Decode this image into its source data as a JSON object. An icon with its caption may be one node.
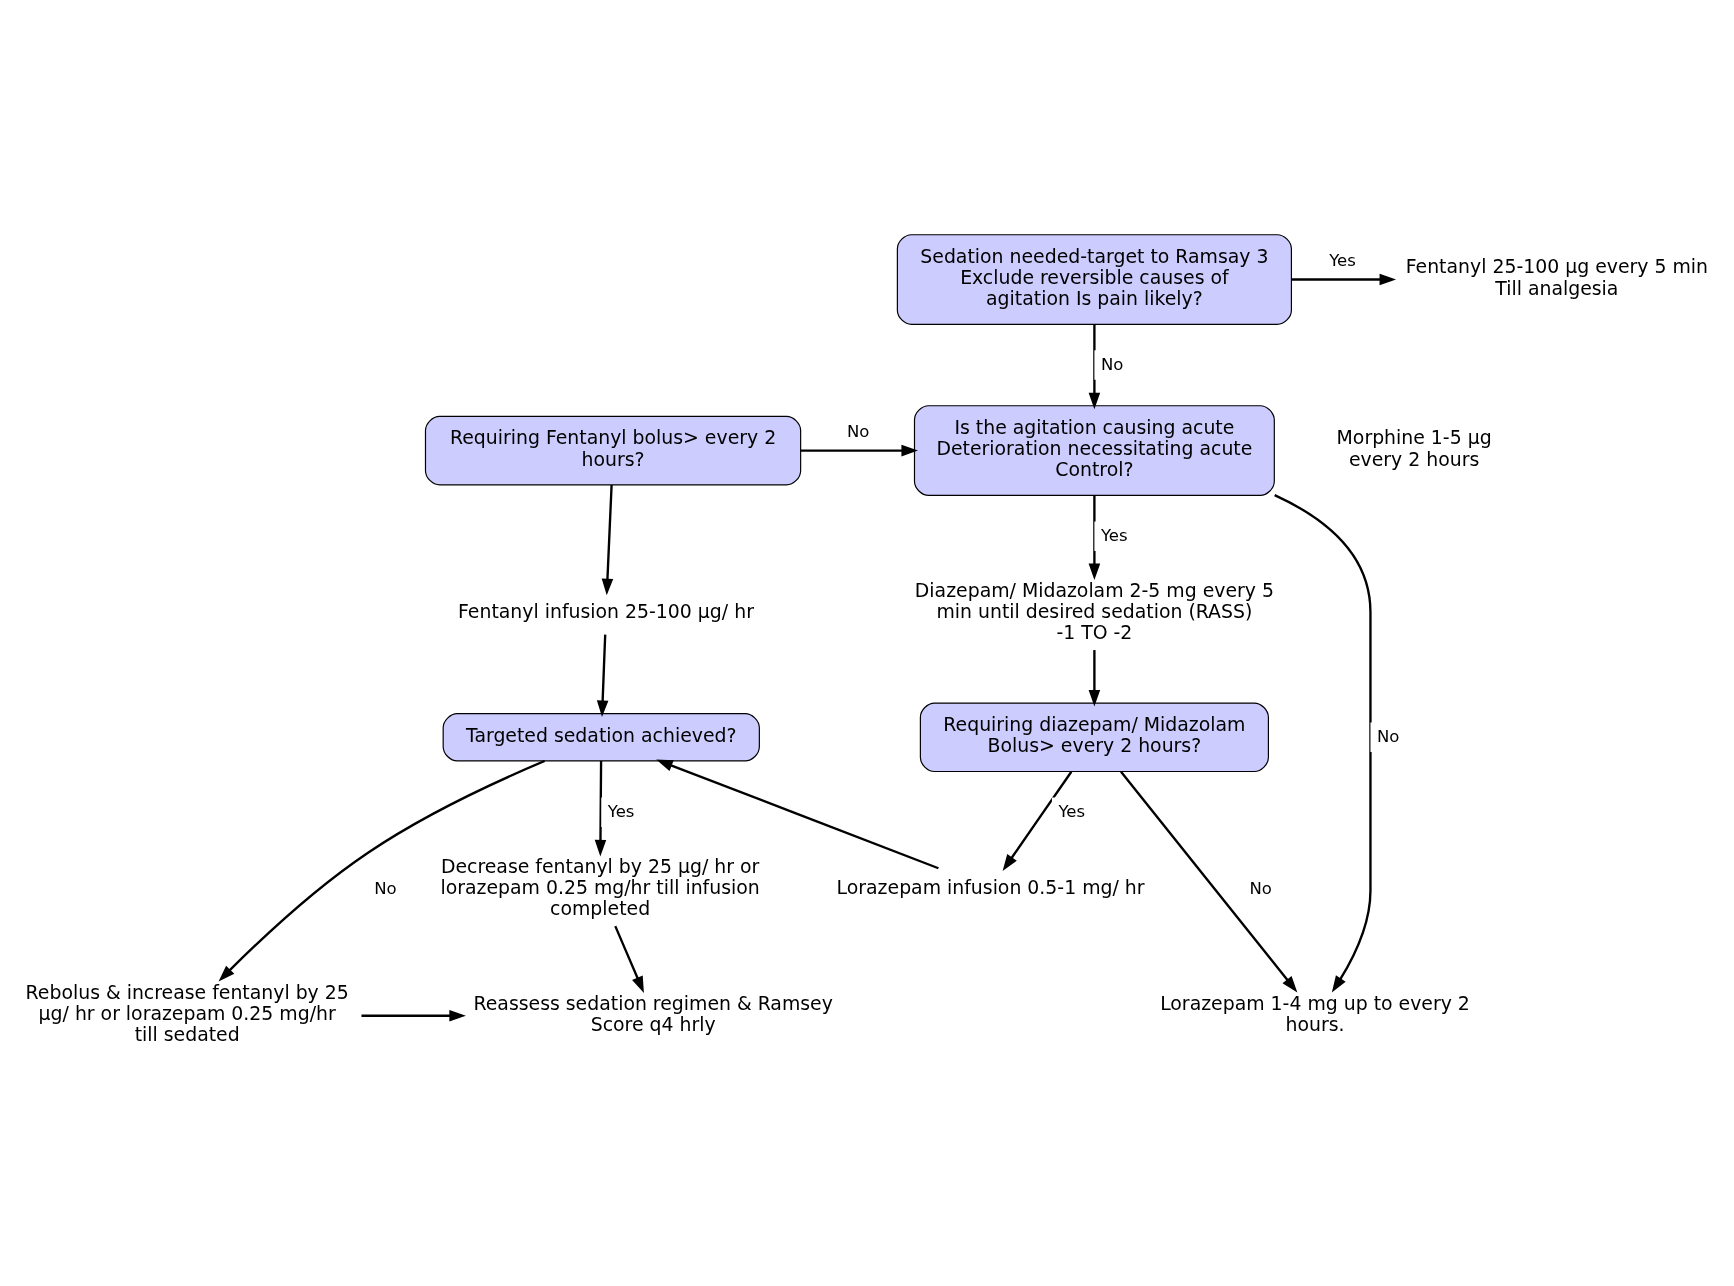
{
  "diagram": {
    "nodes": [
      {
        "text": [
          "Sedation needed-target to Ramsay 3 Exclude reversible causes of agitation Is pain likely?"
        ]
      },
      {
        "text": [
          "Fentanyl 25-100 µg every 5 min Till analgesia"
        ]
      },
      {
        "text": [
          "Is the agitation causing acute Deterioration necessitating acute Control?"
        ]
      },
      {
        "text": [
          "Requiring Fentanyl bolus> every 2 hours?"
        ]
      },
      {
        "text": [
          "Diazepam/ Midazolam 2-5 mg every 5 min until desired sedation (RASS) -1 TO -2"
        ]
      },
      {
        "text": [
          "Fentanyl infusion 25-100 µg/ hr"
        ]
      },
      {
        "text": [
          "Requiring diazepam/ Midazolam Bolus> every 2 hours?"
        ]
      },
      {
        "text": [
          "Targeted sedation achieved?"
        ]
      },
      {
        "text": [
          "Lorazepam infusion 0.5-1 mg/ hr"
        ]
      },
      {
        "text": [
          "Decrease fentanyl by 25 µg/ hr or lorazepam 0.25 mg/hr till infusion completed"
        ]
      },
      {
        "text": [
          "Lorazepam 1-4 mg up to every 2 hours."
        ]
      },
      {
        "text": [
          "Rebolus & increase fentanyl by 25 µg/ hr or lorazepam 0.25 mg/hr till sedated"
        ]
      },
      {
        "text": [
          "Reassess sedation regimen & Ramsey Score q4 hrly"
        ]
      }
    ],
    "edges": [
      {
        "from": 0,
        "to": 1,
        "arrow": "to",
        "label": "Yes"
      },
      {
        "from": 0,
        "to": 2,
        "arrow": "to",
        "label": "No"
      },
      {
        "from": 3,
        "to": 2,
        "arrow": "to",
        "label": "No"
      },
      {
        "from": 2,
        "to": 10,
        "arrow": "to",
        "label": "No"
      },
      {
        "from": 2,
        "to": 4,
        "arrow": "to",
        "label": "Yes"
      },
      {
        "from": 3,
        "to": 5,
        "arrow": "to"
      },
      {
        "from": 5,
        "to": 7,
        "arrow": "to"
      },
      {
        "from": 4,
        "to": 6,
        "arrow": "to"
      },
      {
        "from": 6,
        "to": 10,
        "arrow": "to",
        "label": "No"
      },
      {
        "from": 6,
        "to": 8,
        "arrow": "to",
        "label": "Yes"
      },
      {
        "from": 8,
        "to": 7,
        "arrow": "to"
      },
      {
        "from": 7,
        "to": 11,
        "arrow": "to",
        "label": "No"
      },
      {
        "from": 7,
        "to": 9,
        "arrow": "to",
        "label": "Yes"
      },
      {
        "from": 9,
        "to": 12,
        "arrow": "to"
      },
      {
        "from": 11,
        "to": 12,
        "arrow": "to"
      }
    ],
    "labels": [
      "Morphine 1-5 µg every 2 hours"
    ]
  }
}
